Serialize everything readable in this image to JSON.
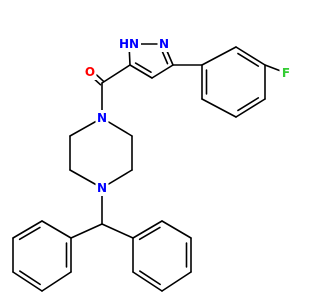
{
  "molecule": {
    "colors": {
      "carbon": "#000000",
      "nitrogen": "#0000ff",
      "oxygen": "#ff0000",
      "fluorine": "#33cc33",
      "background": "#ffffff"
    },
    "atom_labels": [
      {
        "id": "nh",
        "text": "HN",
        "element": "nitrogen"
      },
      {
        "id": "n2",
        "text": "N",
        "element": "nitrogen"
      },
      {
        "id": "o",
        "text": "O",
        "element": "oxygen"
      },
      {
        "id": "f",
        "text": "F",
        "element": "fluorine"
      },
      {
        "id": "np1",
        "text": "N",
        "element": "nitrogen"
      },
      {
        "id": "np2",
        "text": "N",
        "element": "nitrogen"
      }
    ]
  }
}
